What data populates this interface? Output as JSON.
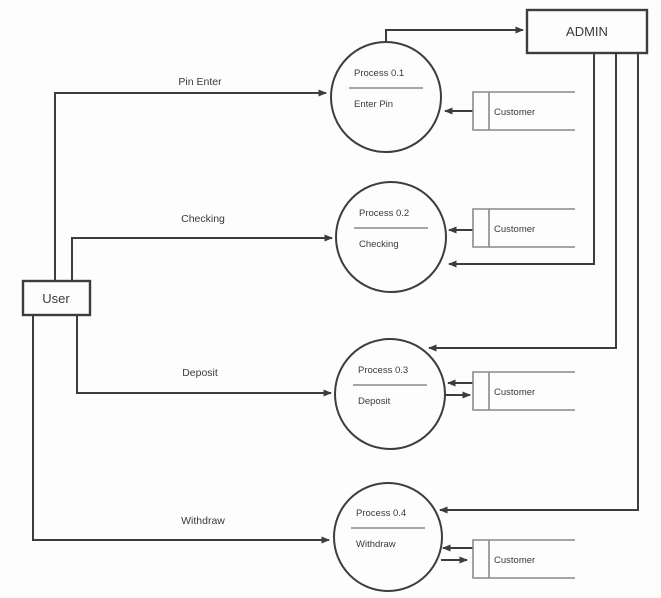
{
  "diagram_type": "data-flow-diagram",
  "colors": {
    "line": "#3d3d3d",
    "store_line": "#8a8a8a",
    "text": "#3a3a3a",
    "background": "#fdfdfd"
  },
  "entities": {
    "admin": {
      "label": "ADMIN"
    },
    "user": {
      "label": "User"
    }
  },
  "processes": [
    {
      "title": "Process 0.1",
      "name": "Enter Pin"
    },
    {
      "title": "Process 0.2",
      "name": "Checking"
    },
    {
      "title": "Process 0.3",
      "name": "Deposit"
    },
    {
      "title": "Process 0.4",
      "name": "Withdraw"
    }
  ],
  "stores": [
    {
      "label": "Customer"
    },
    {
      "label": "Customer"
    },
    {
      "label": "Customer"
    },
    {
      "label": "Customer"
    }
  ],
  "flow_labels": {
    "pin_enter": "Pin Enter",
    "checking": "Checking",
    "deposit": "Deposit",
    "withdraw": "Withdraw"
  }
}
